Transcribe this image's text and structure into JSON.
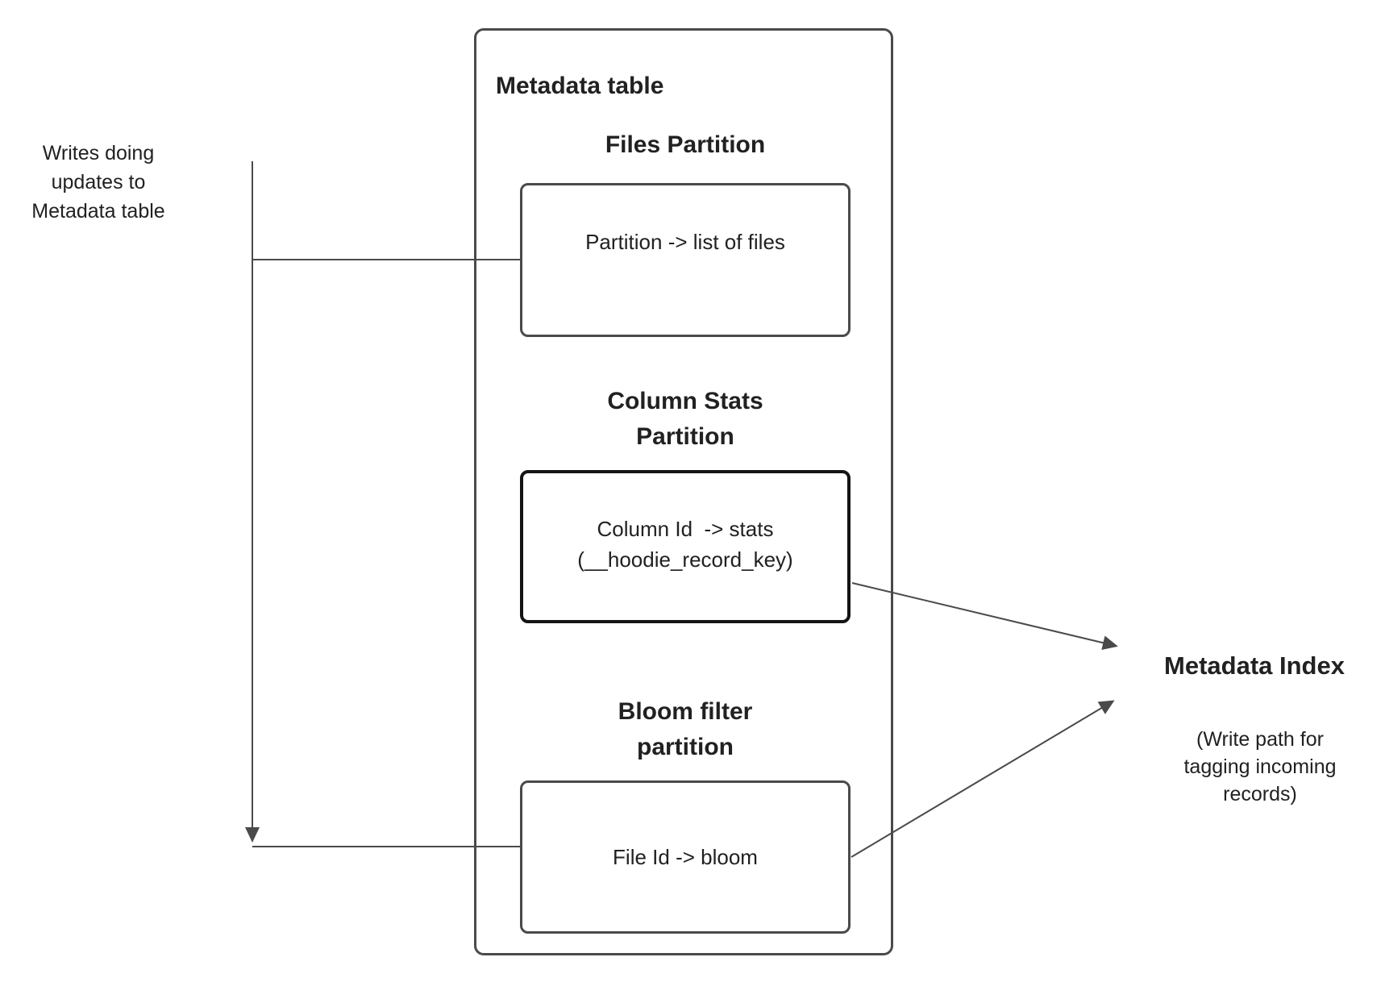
{
  "left_note": {
    "lines": [
      "Writes doing",
      "updates to",
      "Metadata table"
    ]
  },
  "metadata_table": {
    "title": "Metadata table",
    "partitions": [
      {
        "heading_lines": [
          "Files Partition"
        ],
        "body_lines": [
          "Partition -> list of files"
        ]
      },
      {
        "heading_lines": [
          "Column Stats",
          "Partition"
        ],
        "body_lines": [
          "Column Id  -> stats",
          "(__hoodie_record_key)"
        ]
      },
      {
        "heading_lines": [
          "Bloom filter",
          "partition"
        ],
        "body_lines": [
          "File Id -> bloom"
        ]
      }
    ]
  },
  "metadata_index": {
    "title": "Metadata Index",
    "note_lines": [
      "(Write path for",
      "tagging incoming",
      "records)"
    ]
  },
  "colors": {
    "connector": "#4a4a4a",
    "box_border": "#4a4a4a",
    "emphasis_border": "#141414",
    "text": "#212121"
  }
}
